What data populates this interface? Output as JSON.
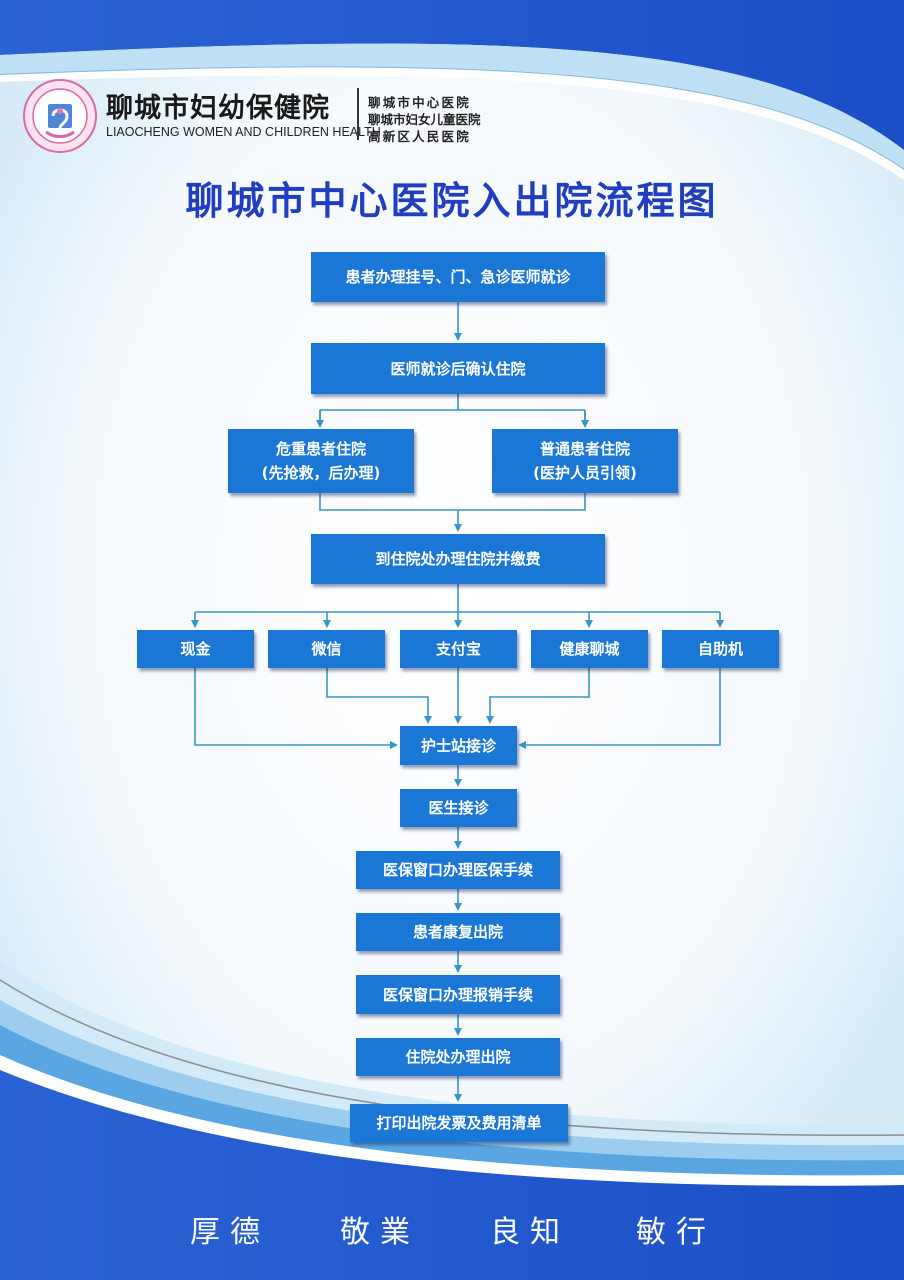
{
  "header": {
    "logo_name": "聊城市妇幼保健院",
    "logo_en": "LIAOCHENG WOMEN AND CHILDREN HEALTH",
    "logo_icon": "hospital-emblem-icon",
    "affiliations": [
      "聊城市中心医院",
      "聊城市妇女儿童医院",
      "高新区人民医院"
    ]
  },
  "title": "聊城市中心医院入出院流程图",
  "flow": {
    "step1": "患者办理挂号、门、急诊医师就诊",
    "step2": "医师就诊后确认住院",
    "branch_critical": {
      "line1": "危重患者住院",
      "line2": "(先抢救，后办理)"
    },
    "branch_normal": {
      "line1": "普通患者住院",
      "line2": "(医护人员引领)"
    },
    "step3": "到住院处办理住院并缴费",
    "payments": [
      "现金",
      "微信",
      "支付宝",
      "健康聊城",
      "自助机"
    ],
    "step4": "护士站接诊",
    "step5": "医生接诊",
    "step6": "医保窗口办理医保手续",
    "step7": "患者康复出院",
    "step8": "医保窗口办理报销手续",
    "step9": "住院处办理出院",
    "step10": "打印出院发票及费用清单"
  },
  "motto": [
    "厚德",
    "敬業",
    "良知",
    "敏行"
  ],
  "colors": {
    "box": "#1a77d6",
    "title": "#1f3ec0",
    "arrow": "#3b94c8",
    "band": "#1e5fd0"
  }
}
